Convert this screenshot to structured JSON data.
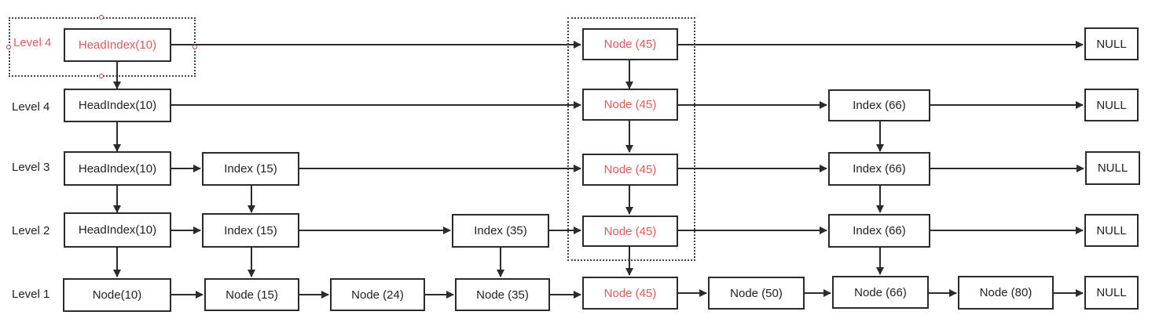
{
  "levels": {
    "top": "Level 4",
    "l4": "Level 4",
    "l3": "Level 3",
    "l2": "Level 2",
    "l1": "Level 1"
  },
  "colors": {
    "highlight": "#e05a5a",
    "stroke": "#2b2b2b"
  },
  "nodes": {
    "top_head": "HeadIndex(10)",
    "top_n45": "Node (45)",
    "top_null": "NULL",
    "l4_head": "HeadIndex(10)",
    "l4_n45": "Node (45)",
    "l4_i66": "Index (66)",
    "l4_null": "NULL",
    "l3_head": "HeadIndex(10)",
    "l3_i15": "Index (15)",
    "l3_n45": "Node (45)",
    "l3_i66": "Index (66)",
    "l3_null": "NULL",
    "l2_head": "HeadIndex(10)",
    "l2_i15": "Index (15)",
    "l2_i35": "Index (35)",
    "l2_n45": "Node (45)",
    "l2_i66": "Index (66)",
    "l2_null": "NULL",
    "l1_n10": "Node(10)",
    "l1_n15": "Node (15)",
    "l1_n24": "Node (24)",
    "l1_n35": "Node (35)",
    "l1_n45": "Node (45)",
    "l1_n50": "Node (50)",
    "l1_n66": "Node (66)",
    "l1_n80": "Node (80)",
    "l1_null": "NULL"
  }
}
